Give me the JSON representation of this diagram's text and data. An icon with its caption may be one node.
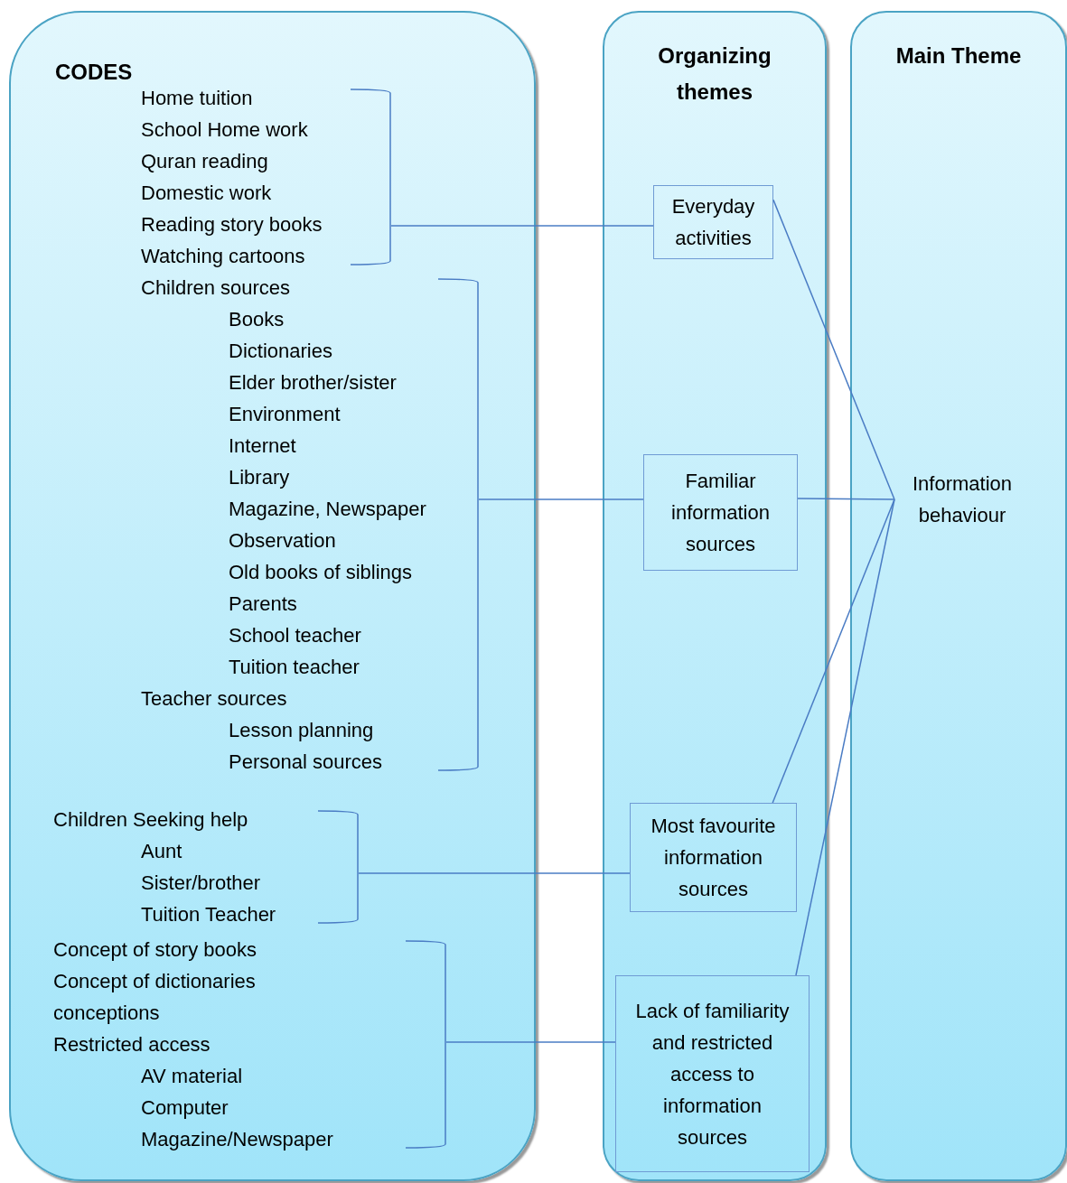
{
  "diagram": {
    "nodes": [
      {
        "text": [
          "CODES"
        ]
      },
      {
        "text": [
          "Organizing themes"
        ]
      },
      {
        "text": [
          "Main Theme"
        ]
      },
      {
        "text": [
          "Home tuition",
          "School Home work",
          "Quran reading",
          "Domestic work",
          "Reading story books",
          "Watching cartoons"
        ],
        "in": 0
      },
      {
        "text": [
          "Children sources",
          "Books",
          "Dictionaries",
          "Elder brother/sister",
          "Environment",
          "Internet",
          "Library",
          "Magazine, Newspaper",
          "Observation",
          "Old books of siblings",
          "Parents",
          "School teacher",
          "Tuition teacher",
          "Teacher sources",
          "Lesson planning",
          "Personal sources"
        ],
        "in": 0
      },
      {
        "text": [
          "Children Seeking help",
          "Aunt",
          "Sister/brother",
          "Tuition Teacher"
        ],
        "in": 0
      },
      {
        "text": [
          "Concept of story books",
          "Concept of dictionaries",
          "conceptions",
          "Restricted access",
          "AV material",
          "Computer",
          "Magazine/Newspaper"
        ],
        "in": 0
      },
      {
        "text": [
          "Everyday activities"
        ],
        "in": 1
      },
      {
        "text": [
          "Familiar information sources"
        ],
        "in": 1
      },
      {
        "text": [
          "Most favourite information sources"
        ],
        "in": 1
      },
      {
        "text": [
          "Lack of familiarity and restricted access to information sources"
        ],
        "in": 1
      },
      {
        "text": [
          "Information behaviour"
        ],
        "in": 2
      }
    ],
    "edges": [
      {
        "from": 3,
        "to": 7,
        "arrow": "none"
      },
      {
        "from": 4,
        "to": 8,
        "arrow": "none"
      },
      {
        "from": 5,
        "to": 9,
        "arrow": "none"
      },
      {
        "from": 6,
        "to": 10,
        "arrow": "none"
      },
      {
        "from": 7,
        "to": 11,
        "arrow": "none"
      },
      {
        "from": 8,
        "to": 11,
        "arrow": "none"
      },
      {
        "from": 9,
        "to": 11,
        "arrow": "none"
      },
      {
        "from": 10,
        "to": 11,
        "arrow": "none"
      }
    ]
  }
}
